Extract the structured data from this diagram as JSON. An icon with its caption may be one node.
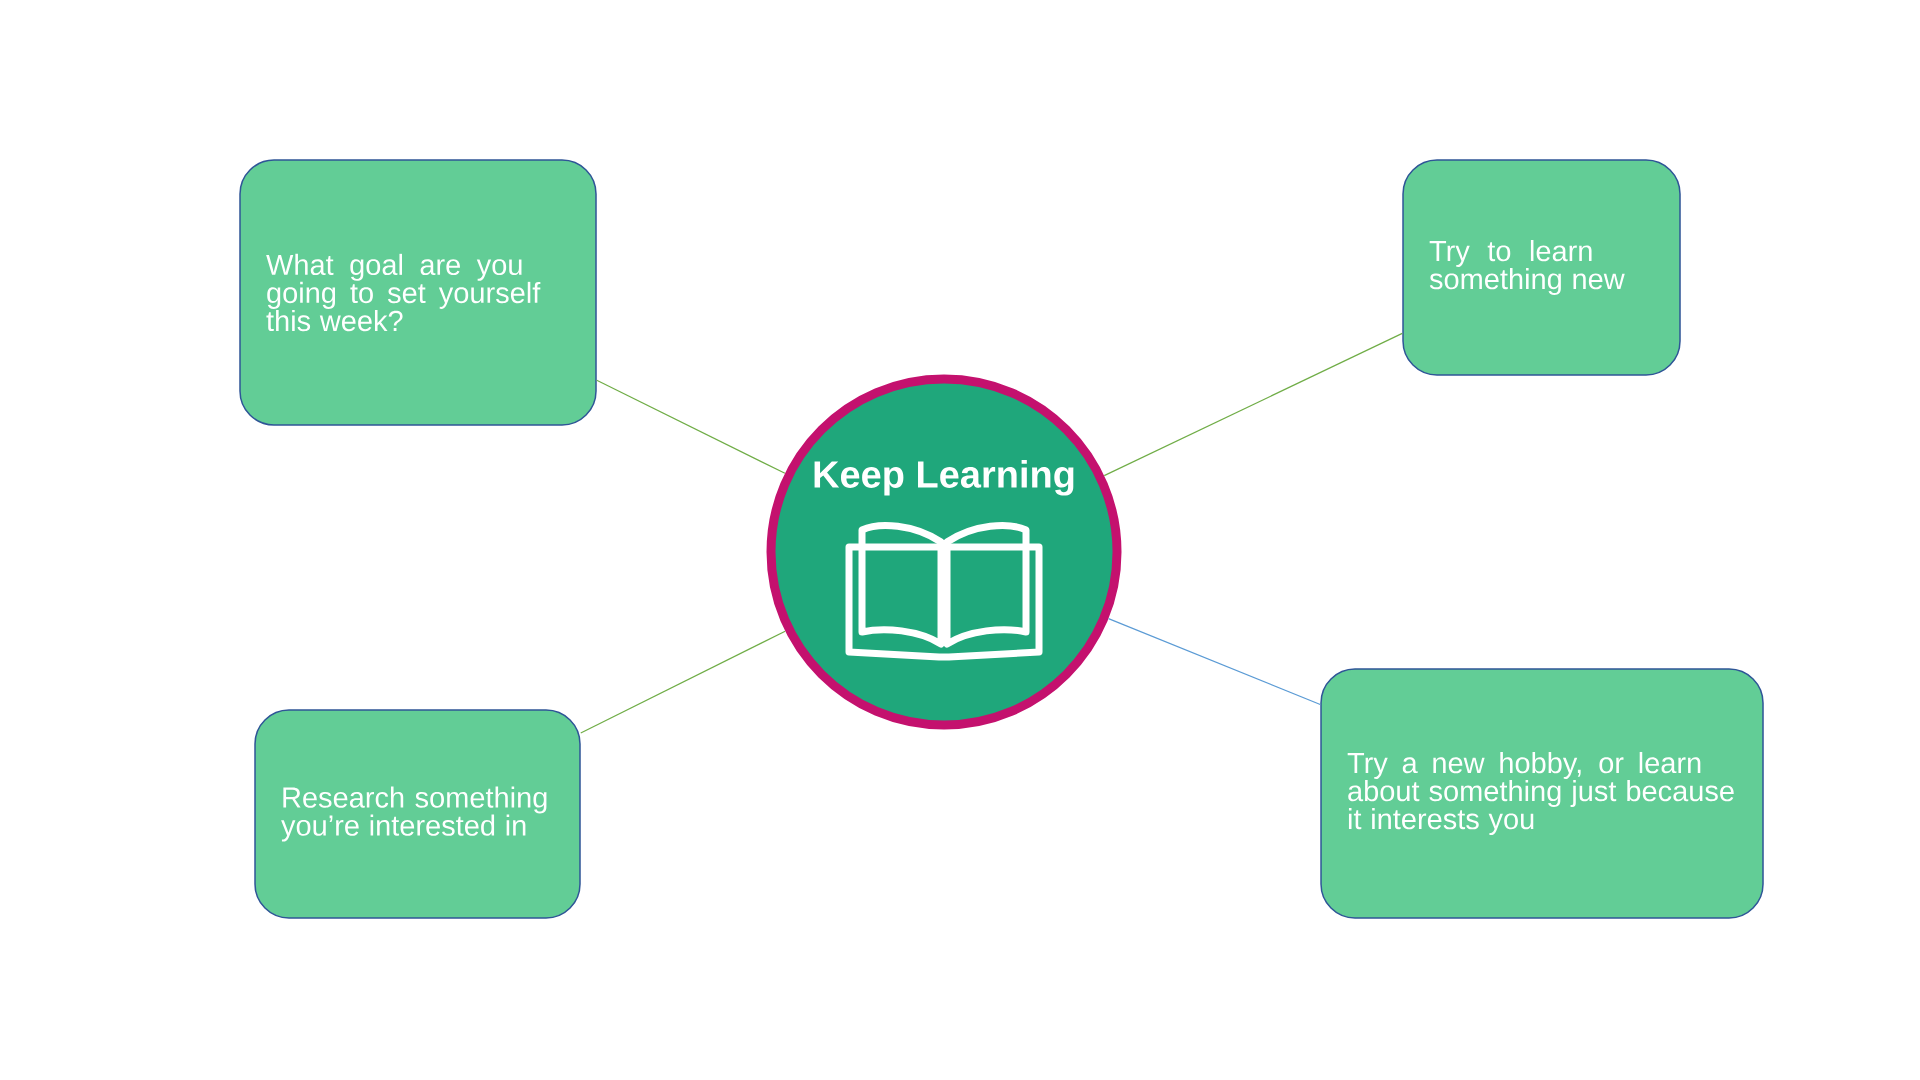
{
  "diagram": {
    "nodes": [
      {
        "text": [
          "What goal are you going to set yourself this week?"
        ]
      },
      {
        "text": [
          "Try to learn something new"
        ]
      },
      {
        "text": [
          "Keep Learning"
        ]
      },
      {
        "text": [
          "Research something you’re interested in"
        ]
      },
      {
        "text": [
          "Try a new hobby, or learn about something just because it interests you"
        ]
      }
    ],
    "edges": [
      {
        "from": 2,
        "to": 0,
        "arrow": "none"
      },
      {
        "from": 2,
        "to": 1,
        "arrow": "none"
      },
      {
        "from": 2,
        "to": 3,
        "arrow": "none"
      },
      {
        "from": 2,
        "to": 4,
        "arrow": "none",
        "color": "#5b9bd5"
      }
    ]
  }
}
